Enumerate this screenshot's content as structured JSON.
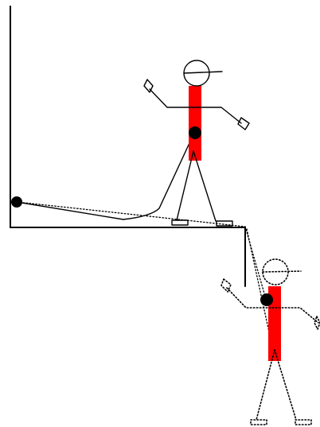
{
  "colors": {
    "background": "#ffffff",
    "stroke": "#000000",
    "torso": "#ff0000",
    "anchor_point": "#000000"
  },
  "figures": [
    {
      "id": "upper-figure",
      "line_style": "solid",
      "hand_icons": "diamond-hand-icon"
    },
    {
      "id": "lower-figure",
      "line_style": "dotted",
      "hand_icons": "diamond-hand-icon"
    }
  ]
}
